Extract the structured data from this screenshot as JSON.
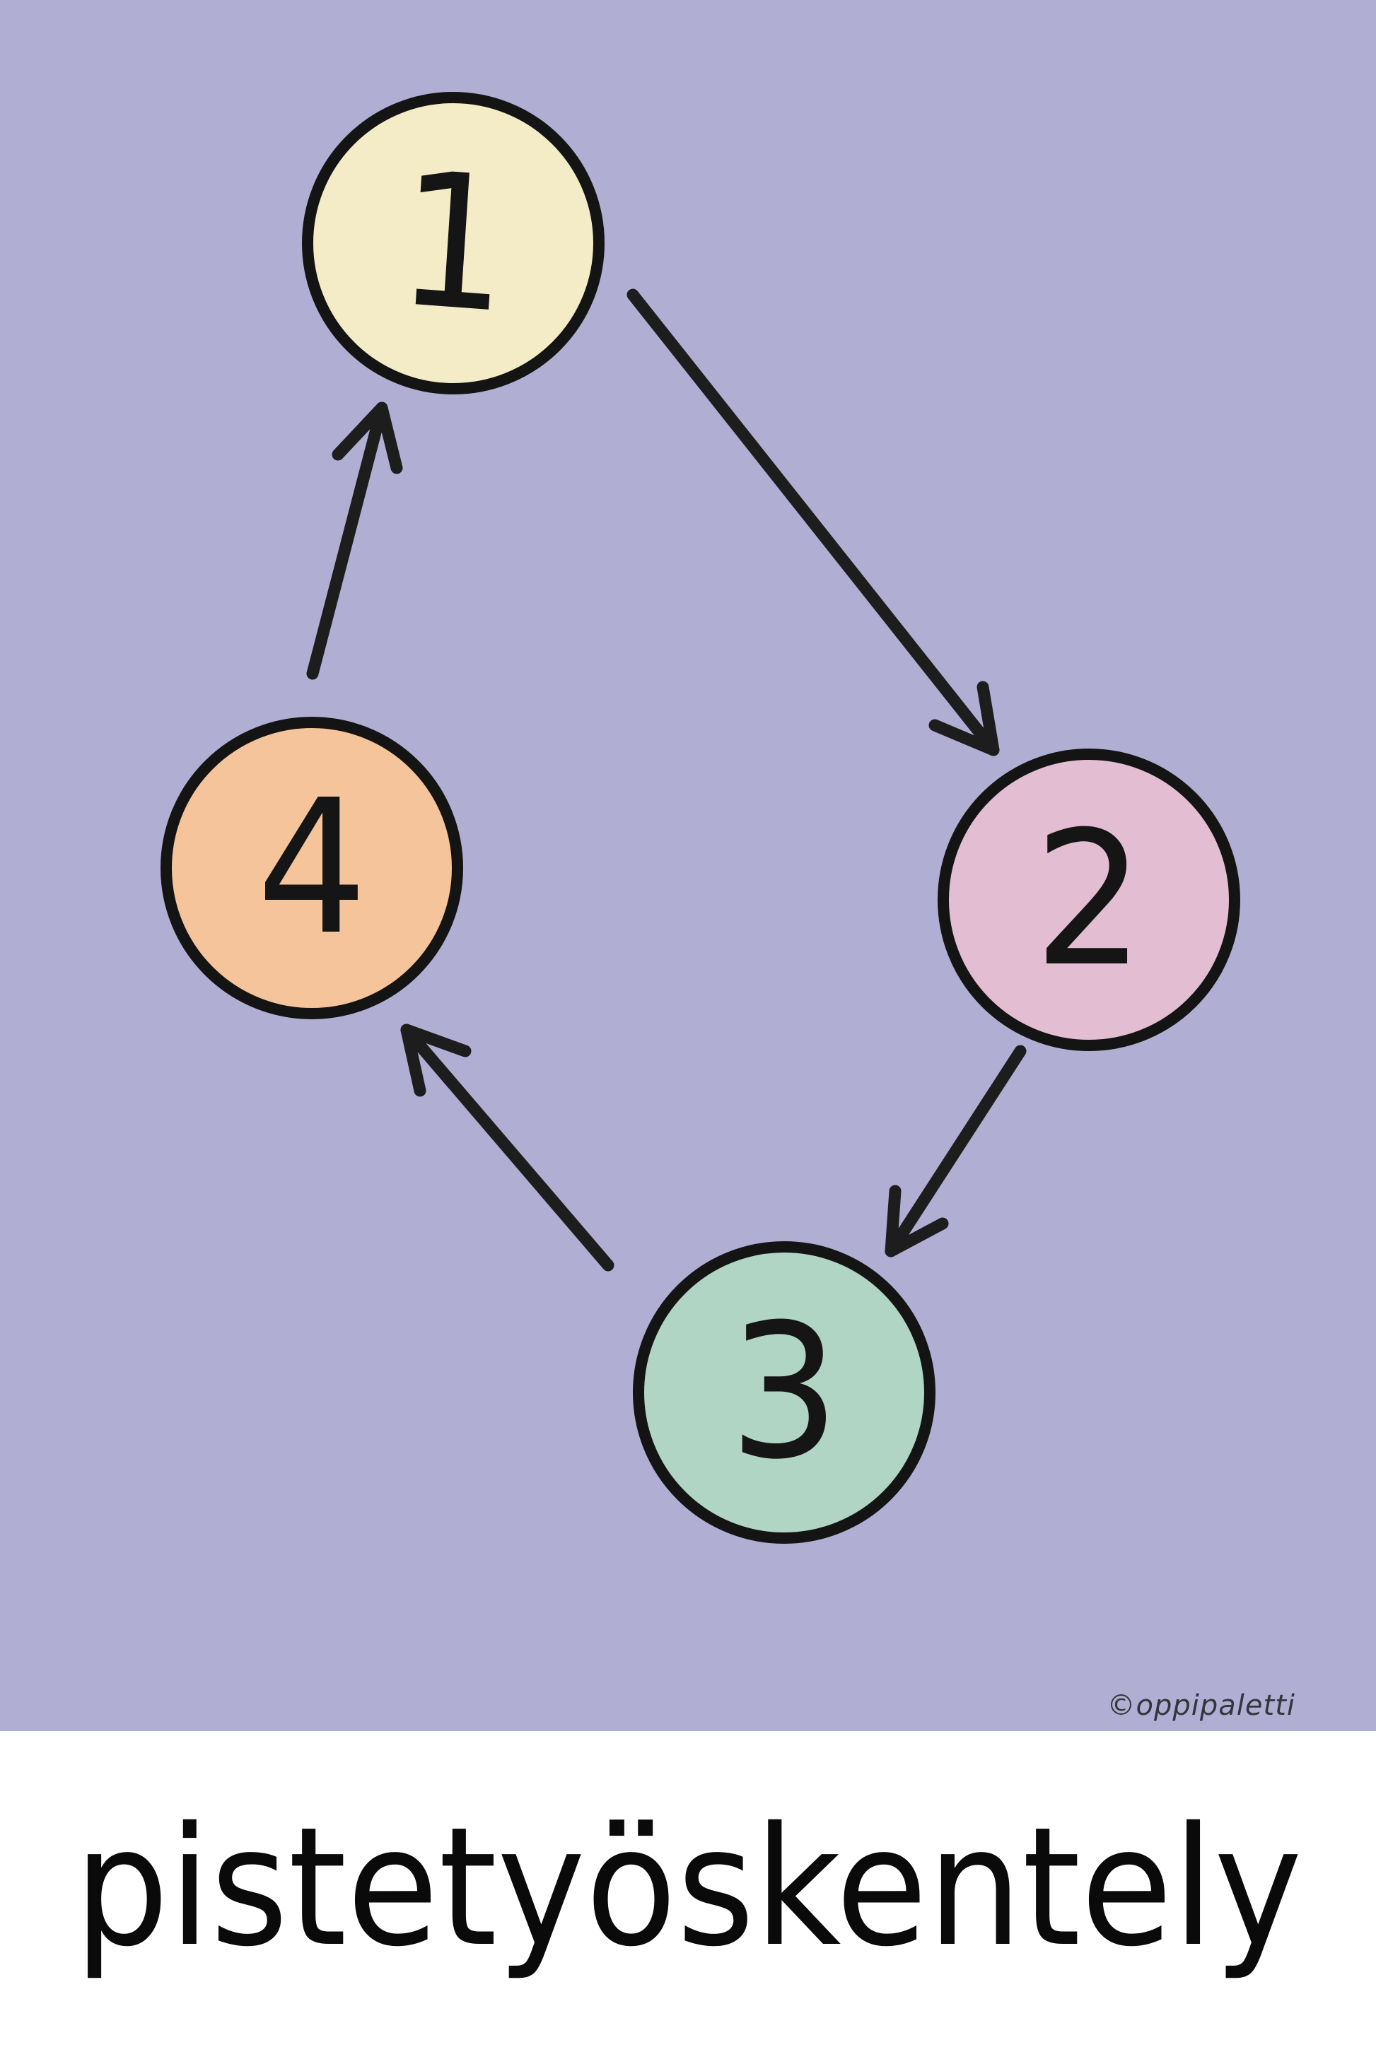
{
  "poster": {
    "title": "pistetyöskentely",
    "watermark": "©oppipaletti",
    "colors": {
      "background": "#b1aed4",
      "title_strip": "#ffffff",
      "outline_and_text": "#141414",
      "step_1_fill": "#f4ecc6",
      "step_2_fill": "#e3bed3",
      "step_3_fill": "#b0d5c5",
      "step_4_fill": "#f5c49a"
    },
    "steps": [
      {
        "label": "1",
        "color": "#f4ecc6"
      },
      {
        "label": "2",
        "color": "#e3bed3"
      },
      {
        "label": "3",
        "color": "#b0d5c5"
      },
      {
        "label": "4",
        "color": "#f5c49a"
      }
    ],
    "arrows": [
      {
        "from": "1",
        "to": "2"
      },
      {
        "from": "2",
        "to": "3"
      },
      {
        "from": "3",
        "to": "4"
      },
      {
        "from": "4",
        "to": "1"
      }
    ]
  }
}
